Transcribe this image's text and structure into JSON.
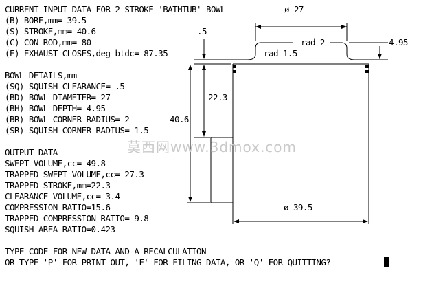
{
  "window_title": "CURRENT INPUT DATA FOR 2-STROKE 'BATHTUB' BOWL",
  "input_data": {
    "bore": "(B) BORE,mm= 39.5",
    "stroke": "(S) STROKE,mm= 40.6",
    "conrod": "(C) CON-ROD,mm= 80",
    "exhaust": "(E) EXHAUST CLOSES,deg btdc= 87.35"
  },
  "bowl_details": {
    "header": "BOWL DETAILS,mm",
    "squish_clearance": "(SQ) SQUISH CLEARANCE= .5",
    "bowl_diameter": "(BD) BOWL DIAMETER= 27",
    "bowl_depth": "(BH) BOWL DEPTH= 4.95",
    "bowl_corner_radius": "(BR) BOWL CORNER RADIUS= 2",
    "squish_corner_radius": "(SR) SQUISH CORNER RADIUS= 1.5"
  },
  "output_data": {
    "header": "OUTPUT DATA",
    "swept_volume": "SWEPT VOLUME,cc= 49.8",
    "trapped_swept_volume": "TRAPPED SWEPT VOLUME,cc= 27.3",
    "trapped_stroke": "TRAPPED STROKE,mm=22.3",
    "clearance_volume": "CLEARANCE VOLUME,cc= 3.4",
    "compression_ratio": "COMPRESSION RATIO=15.6",
    "trapped_compression_ratio": "TRAPPED COMPRESSION RATIO= 9.8",
    "squish_area_ratio": "SQUISH AREA RATIO=0.423"
  },
  "prompt": {
    "line1": "TYPE CODE FOR NEW DATA AND A RECALCULATION",
    "line2": "OR TYPE 'P' FOR PRINT-OUT, 'F' FOR FILING DATA, OR 'Q' FOR QUITTING?"
  },
  "diagram_labels": {
    "bowl_diameter": "ø 27",
    "squish_clearance": ".5",
    "bowl_corner_radius": "rad 2",
    "squish_corner_radius": "rad 1.5",
    "bowl_depth": "4.95",
    "trapped_stroke": "22.3",
    "stroke": "40.6",
    "bore": "ø 39.5"
  },
  "watermark": "莫西网www.3dmox.com",
  "colors": {
    "background": "#ffffff",
    "text": "#000000",
    "watermark": "#c9c9c9"
  }
}
